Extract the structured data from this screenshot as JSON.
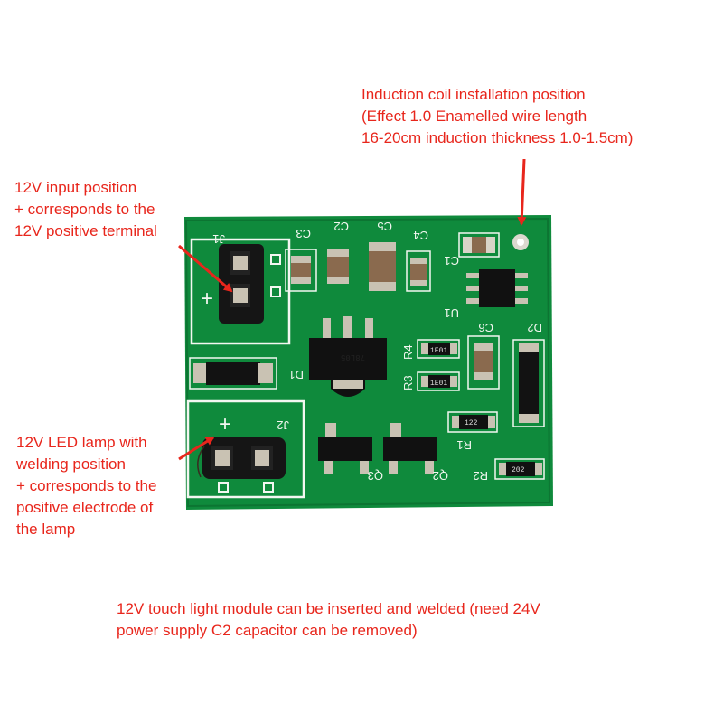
{
  "notes": {
    "coil": "Induction coil installation position\n(Effect 1.0 Enamelled wire length\n16-20cm induction thickness 1.0-1.5cm)",
    "input": "12V input position\n+ corresponds to the\n12V positive terminal",
    "led": "12V LED lamp with\nwelding position\n+ corresponds to the\npositive electrode of\nthe lamp",
    "bottom": "12V touch light module can be inserted and welded (need 24V\npower supply C2 capacitor can be removed)"
  },
  "silkscreen": {
    "j1": "J1",
    "j2": "J2",
    "plus": "+",
    "c1": "C1",
    "c2": "C2",
    "c3": "C3",
    "c4": "C4",
    "c5": "C5",
    "c6": "C6",
    "d1": "D1",
    "d2": "D2",
    "u1": "U1",
    "r1": "R1",
    "r2": "R2",
    "r3": "R3",
    "r4": "R4",
    "q2": "Q2",
    "q3": "Q3",
    "ic_mark": "78L05",
    "r3_code": "1E01",
    "r4_code": "1E01",
    "r1_code": "122",
    "r2_code": "202"
  },
  "colors": {
    "annotation": "#e8261c",
    "pcb": "#0f8a3c",
    "silk": "#f3f7f1"
  }
}
